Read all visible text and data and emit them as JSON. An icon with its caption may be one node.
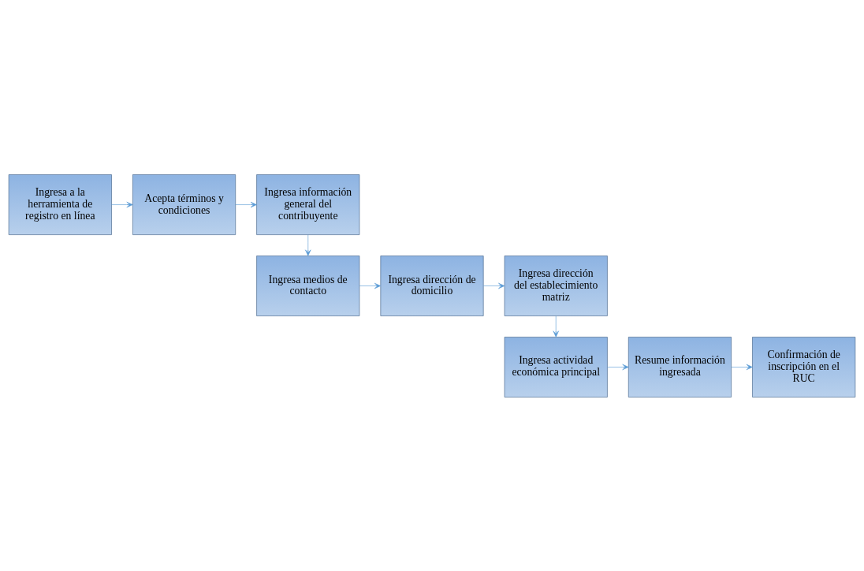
{
  "diagram": {
    "nodes": [
      {
        "text": [
          "Ingresa a la herramienta de registro en línea"
        ]
      },
      {
        "text": [
          "Acepta términos y condiciones"
        ]
      },
      {
        "text": [
          "Ingresa información general del contribuyente"
        ]
      },
      {
        "text": [
          "Ingresa medios de contacto"
        ]
      },
      {
        "text": [
          "Ingresa dirección de domicilio"
        ]
      },
      {
        "text": [
          "Ingresa dirección del establecimiento matriz"
        ]
      },
      {
        "text": [
          "Ingresa actividad económica principal"
        ]
      },
      {
        "text": [
          "Resume información ingresada"
        ]
      },
      {
        "text": [
          "Confirmación de inscripción en el RUC"
        ]
      }
    ],
    "edges": [
      {
        "from": 0,
        "to": 1,
        "arrow": "to"
      },
      {
        "from": 1,
        "to": 2,
        "arrow": "to"
      },
      {
        "from": 2,
        "to": 3,
        "arrow": "to"
      },
      {
        "from": 3,
        "to": 4,
        "arrow": "to"
      },
      {
        "from": 4,
        "to": 5,
        "arrow": "to"
      },
      {
        "from": 5,
        "to": 6,
        "arrow": "to"
      },
      {
        "from": 6,
        "to": 7,
        "arrow": "to"
      },
      {
        "from": 7,
        "to": 8,
        "arrow": "to"
      }
    ]
  }
}
